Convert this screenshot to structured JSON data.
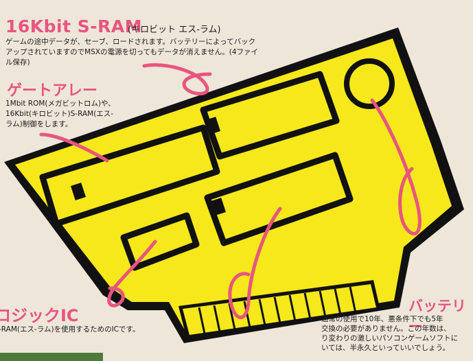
{
  "labels": {
    "sram_title": "16Kbit S-RAM",
    "sram_subtitle": "(キロビット エス-ラム)",
    "sram_desc": "ゲームの途中データが、セーブ、ロードされます。バッテリーによってバックアップされていますのでMSXの電源を切ってもデータが消えません。(4ファイル保存)",
    "gate_title": "ゲートアレー",
    "gate_desc": "1Mbit ROM(メガビットロム)や、16Kbit(キロビット)S-RAM(エス-ラム)制御をします。",
    "logic_title": "ロジックIC",
    "logic_desc": "-RAM(エス-ラム)を使用するためのICです。",
    "battery_title": "バッテリー",
    "battery_desc": "通常の使用で10年、悪条件下でも5年\n交換の必要がありません。この年数は、\nり変わりの激しいパソコンゲームソフトに\nいては、半永久といっていいでしょう。"
  },
  "colors": {
    "board": "#f6e81a",
    "outline": "#111111",
    "accent": "#e8557f",
    "paper": "#efe6da"
  }
}
